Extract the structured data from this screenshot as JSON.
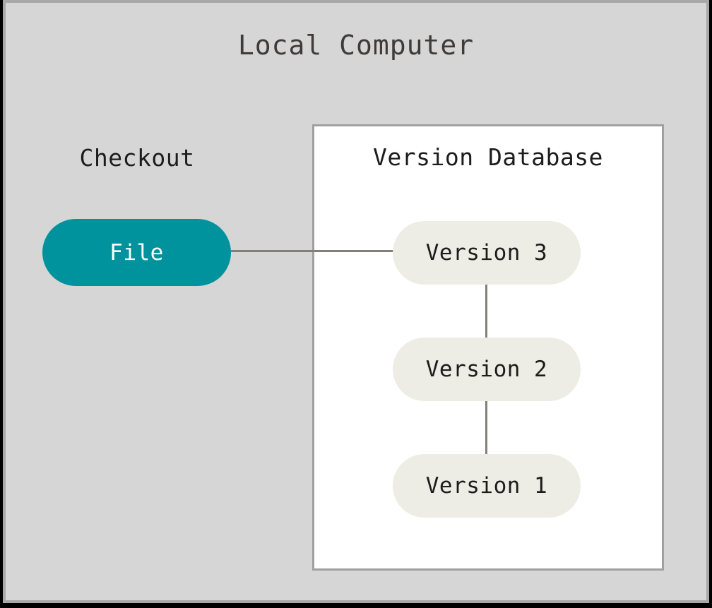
{
  "diagram": {
    "title": "Local Computer",
    "background_color": "#d6d6d6",
    "frame_border_color": "#a8a8a8",
    "edge_color": "#857f79",
    "panels": {
      "version_database": {
        "title": "Version Database",
        "background_color": "#ffffff",
        "border_color": "#a0a0a0"
      }
    },
    "labels": {
      "checkout": "Checkout"
    },
    "nodes": {
      "file": {
        "label": "File",
        "fill_color": "#00939e",
        "text_color": "#ffffff"
      },
      "versions": [
        {
          "label": "Version 3",
          "fill_color": "#edede5",
          "text_color": "#1c1c1c"
        },
        {
          "label": "Version 2",
          "fill_color": "#edede5",
          "text_color": "#1c1c1c"
        },
        {
          "label": "Version 1",
          "fill_color": "#edede5",
          "text_color": "#1c1c1c"
        }
      ]
    },
    "edges": [
      {
        "from": "File",
        "to": "Version 3"
      },
      {
        "from": "Version 3",
        "to": "Version 2"
      },
      {
        "from": "Version 2",
        "to": "Version 1"
      }
    ]
  }
}
